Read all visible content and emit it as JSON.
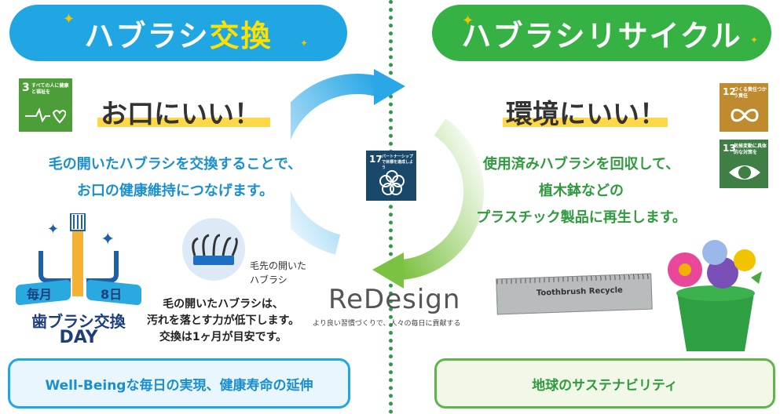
{
  "left": {
    "title_main": "ハブラシ",
    "title_accent": "交換",
    "sdg3_number": "3",
    "sdg3_text": "すべての人に健康と福祉を",
    "headline": "お口にいい！",
    "desc_line1": "毛の開いたハブラシを交換することで、",
    "desc_line2": "お口の健康維持につなげます。",
    "brush_label_line1": "毛先の開いた",
    "brush_label_line2": "ハブラシ",
    "day_month": "毎月",
    "day_date": "8日",
    "day_title": "歯ブラシ交換",
    "day_sub": "DAY",
    "note_line1": "毛の開いたハブラシは、",
    "note_line2": "汚れを落とす力が低下します。",
    "note_line3": "交換は1ヶ月が目安です。",
    "bottom_box": "Well-Beingな毎日の実現、健康寿命の延伸"
  },
  "center": {
    "sdg17_number": "17",
    "sdg17_text": "パートナーシップで目標を達成しよう",
    "brand": "ReDesign",
    "tagline": "より良い習慣づくりで、人々の毎日に貢献する"
  },
  "right": {
    "title": "ハブラシリサイクル",
    "sdg12_number": "12",
    "sdg12_text": "つくる責任つかう責任",
    "sdg13_number": "13",
    "sdg13_text": "気候変動に具体的な対策を",
    "headline": "環境にいい！",
    "desc_line1": "使用済みハブラシを回収して、",
    "desc_line2": "植木鉢などの",
    "desc_line3": "プラスチック製品に再生します。",
    "ruler_label": "Toothbrush Recycle",
    "bottom_box": "地球のサステナビリティ"
  },
  "colors": {
    "blue": "#1fa6e3",
    "green": "#35b243",
    "sdg3": "#4c9f38",
    "sdg12": "#bf8b2e",
    "sdg13": "#3f7e44",
    "sdg17": "#19486a"
  }
}
